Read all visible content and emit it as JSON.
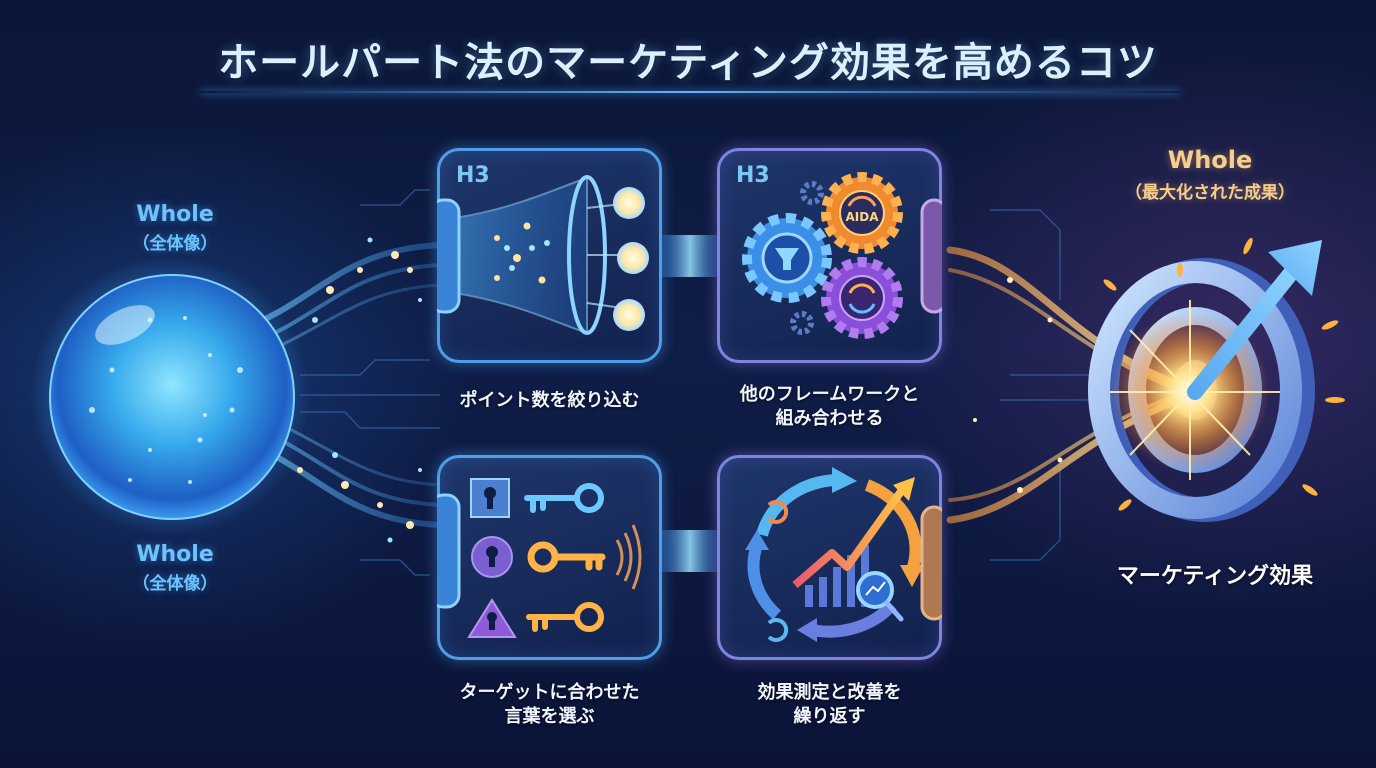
{
  "title": "ホールパート法のマーケティング効果を高めるコツ",
  "left": {
    "top_label": {
      "main": "Whole",
      "sub": "（全体像）"
    },
    "bottom_label": {
      "main": "Whole",
      "sub": "（全体像）"
    },
    "icon": "glowing-sphere-icon"
  },
  "cards": [
    {
      "badge": "H3",
      "caption_lines": [
        "ポイント数を絞り込む"
      ],
      "icon": "funnel-narrowing-icon"
    },
    {
      "badge": "H3",
      "caption_lines": [
        "他のフレームワークと",
        "組み合わせる"
      ],
      "icon": "gears-icon",
      "gear_label": "AIDA"
    },
    {
      "badge": "",
      "caption_lines": [
        "ターゲットに合わせた",
        "言葉を選ぶ"
      ],
      "icon": "locks-and-keys-icon"
    },
    {
      "badge": "",
      "caption_lines": [
        "効果測定と改善を",
        "繰り返す"
      ],
      "icon": "improvement-cycle-chart-icon"
    }
  ],
  "right": {
    "top_label": {
      "main": "Whole",
      "sub": "（最大化された成果）"
    },
    "caption": "マーケティング効果",
    "icon": "target-with-arrow-icon"
  },
  "colors": {
    "background": "#0d1a42",
    "blue_accent": "#5fb6ff",
    "orange_accent": "#ffb347",
    "purple_accent": "#9a6ee0",
    "label_blue": "#6cc4ff",
    "label_gold": "#f6cf8a"
  }
}
